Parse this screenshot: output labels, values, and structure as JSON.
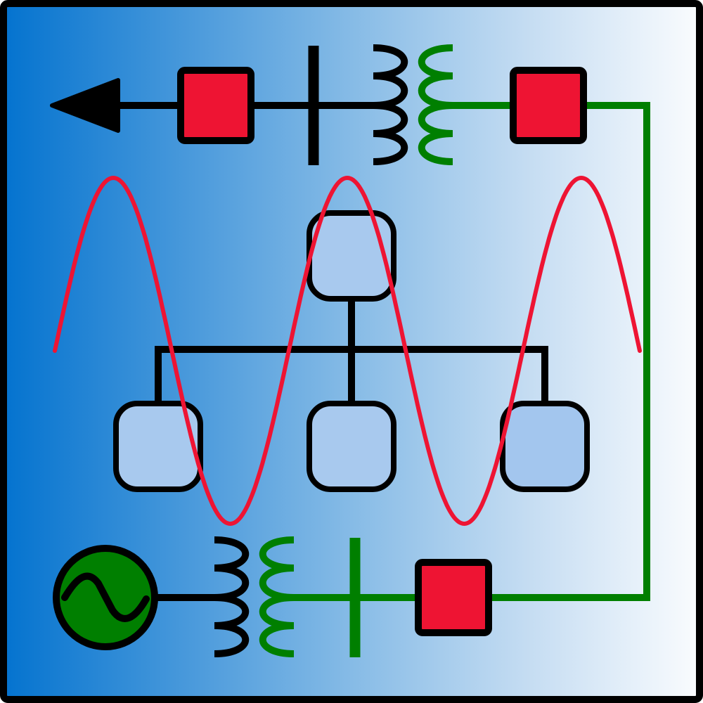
{
  "diagram": {
    "colors": {
      "background_start": "#0473cf",
      "background_end": "#fafcfe",
      "frame": "#000000",
      "breaker_fill": "#ee1433",
      "green_wire": "#007f00",
      "sine_wave": "#ee1433",
      "node_fill": "#a8c9ee",
      "generator_fill": "#007f00"
    },
    "components": [
      {
        "id": "output-arrow",
        "type": "arrow",
        "direction": "left"
      },
      {
        "id": "breaker-top-left",
        "type": "circuit-breaker"
      },
      {
        "id": "busbar-top",
        "type": "busbar",
        "color": "black"
      },
      {
        "id": "transformer-top",
        "type": "transformer",
        "primary": "black",
        "secondary": "green"
      },
      {
        "id": "breaker-top-right",
        "type": "circuit-breaker"
      },
      {
        "id": "generator",
        "type": "ac-source"
      },
      {
        "id": "transformer-bottom",
        "type": "transformer",
        "primary": "black",
        "secondary": "green"
      },
      {
        "id": "busbar-bottom",
        "type": "busbar",
        "color": "green"
      },
      {
        "id": "breaker-bottom",
        "type": "circuit-breaker"
      }
    ],
    "hierarchy": {
      "root": "node-top",
      "children": [
        "node-left",
        "node-center",
        "node-right"
      ]
    },
    "waveform": {
      "type": "sine",
      "cycles": 2.5
    }
  }
}
